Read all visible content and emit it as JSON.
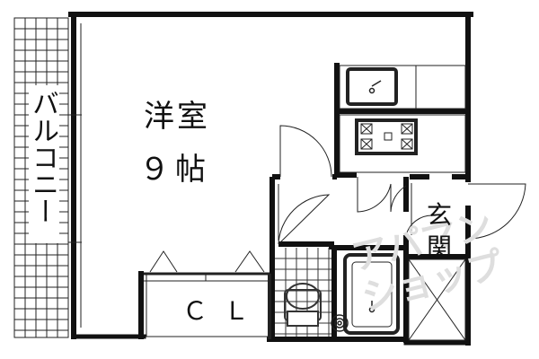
{
  "rooms": {
    "western_room": {
      "name": "洋室",
      "size": "９帖"
    },
    "balcony": {
      "name": "バルコニー"
    },
    "entrance": {
      "name": "玄関"
    },
    "closet": {
      "name": "ＣＬ"
    }
  },
  "watermark": {
    "text": "アパマンショップ"
  },
  "colors": {
    "wall": "#111111",
    "line": "#222222",
    "background": "#ffffff",
    "watermark": "#dedede"
  }
}
